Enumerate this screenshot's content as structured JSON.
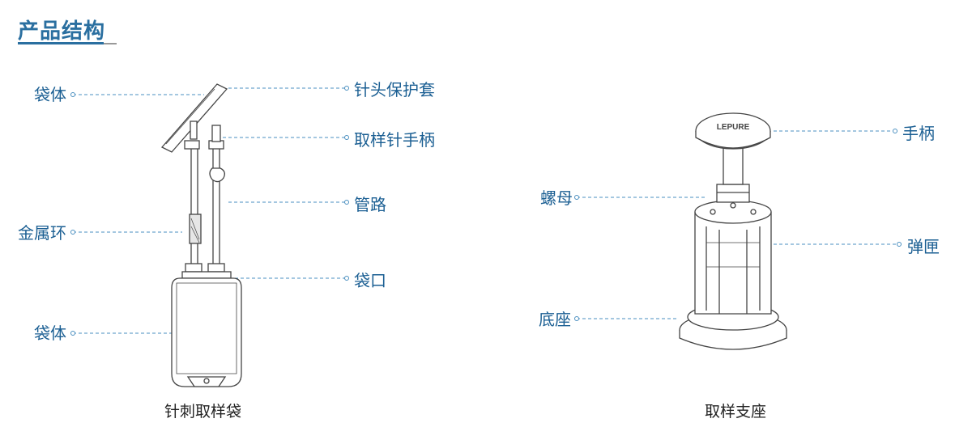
{
  "header": {
    "title": "产品结构"
  },
  "left": {
    "caption": "针刺取样袋",
    "labels": {
      "body_top": "袋体",
      "needle_cover": "针头保护套",
      "needle_handle": "取样针手柄",
      "tube": "管路",
      "metal_ring": "金属环",
      "bag_port": "袋口",
      "body_bottom": "袋体"
    }
  },
  "right": {
    "caption": "取样支座",
    "logo_text": "LEPURE",
    "labels": {
      "handle": "手柄",
      "nut": "螺母",
      "spring_box": "弹匣",
      "base": "底座"
    }
  },
  "colors": {
    "accent": "#1b5f93",
    "leader": "#4a8fc0",
    "drawing": "#444444"
  }
}
